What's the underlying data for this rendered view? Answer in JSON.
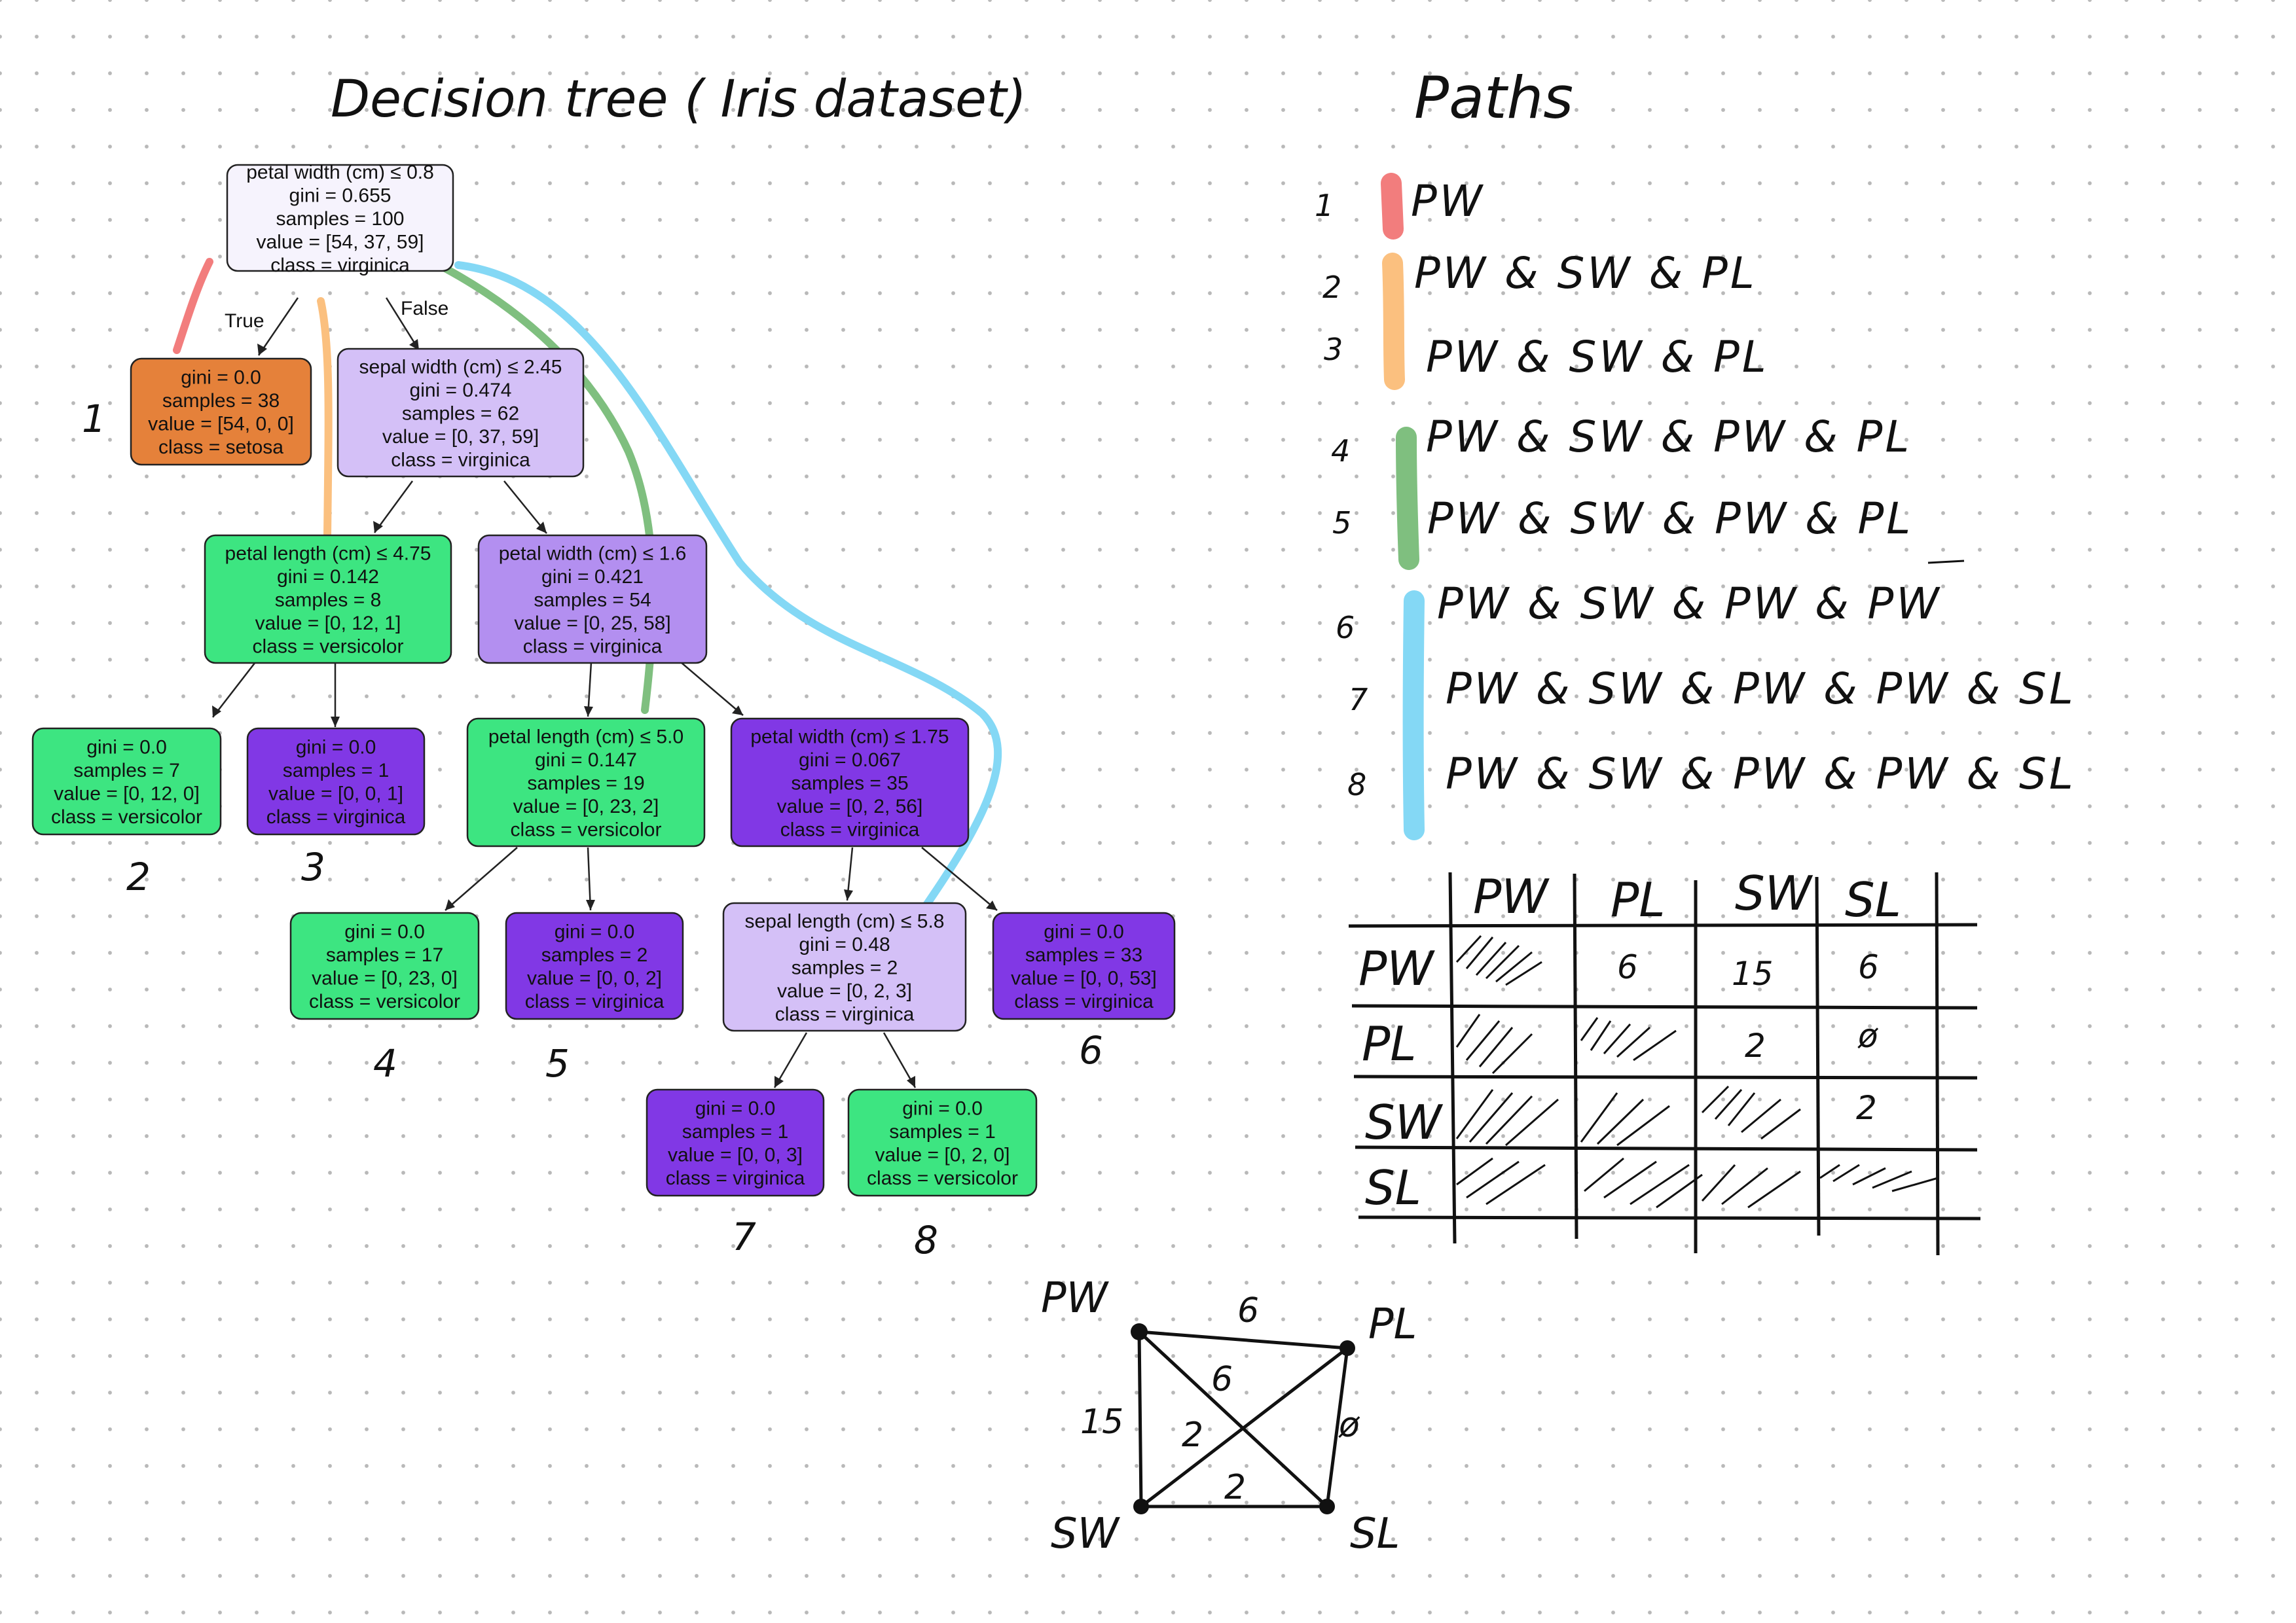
{
  "titles": {
    "tree": "Decision tree ( Iris dataset)",
    "paths": "Paths"
  },
  "colors": {
    "setosa": "#e5813a",
    "versicolor": "#3de581",
    "virginica_strong": "#8138e5",
    "virginica_mid": "#b38ff0",
    "virginica_light": "#d4c0f7",
    "virginica_pale": "#f6f3fd",
    "path_red": "#f27d7d",
    "path_orange": "#fbc07f",
    "path_green": "#7fbf7f",
    "path_blue": "#84d8f5"
  },
  "tree": {
    "nodes": [
      {
        "id": "root",
        "lines": [
          "petal width (cm) ≤ 0.8",
          "gini = 0.655",
          "samples = 100",
          "value = [54, 37, 59]",
          "class = virginica"
        ],
        "color": "virginica_pale"
      },
      {
        "id": "n1",
        "lines": [
          "gini = 0.0",
          "samples = 38",
          "value = [54, 0, 0]",
          "class = setosa"
        ],
        "color": "setosa"
      },
      {
        "id": "n2",
        "lines": [
          "sepal width (cm) ≤ 2.45",
          "gini = 0.474",
          "samples = 62",
          "value = [0, 37, 59]",
          "class = virginica"
        ],
        "color": "virginica_light"
      },
      {
        "id": "n3",
        "lines": [
          "petal length (cm) ≤ 4.75",
          "gini = 0.142",
          "samples = 8",
          "value = [0, 12, 1]",
          "class = versicolor"
        ],
        "color": "versicolor"
      },
      {
        "id": "n4",
        "lines": [
          "petal width (cm) ≤ 1.6",
          "gini = 0.421",
          "samples = 54",
          "value = [0, 25, 58]",
          "class = virginica"
        ],
        "color": "virginica_mid"
      },
      {
        "id": "n5",
        "lines": [
          "gini = 0.0",
          "samples = 7",
          "value = [0, 12, 0]",
          "class = versicolor"
        ],
        "color": "versicolor"
      },
      {
        "id": "n6",
        "lines": [
          "gini = 0.0",
          "samples = 1",
          "value = [0, 0, 1]",
          "class = virginica"
        ],
        "color": "virginica_strong"
      },
      {
        "id": "n7",
        "lines": [
          "petal length (cm) ≤ 5.0",
          "gini = 0.147",
          "samples = 19",
          "value = [0, 23, 2]",
          "class = versicolor"
        ],
        "color": "versicolor"
      },
      {
        "id": "n8",
        "lines": [
          "petal width (cm) ≤ 1.75",
          "gini = 0.067",
          "samples = 35",
          "value = [0, 2, 56]",
          "class = virginica"
        ],
        "color": "virginica_strong"
      },
      {
        "id": "n9",
        "lines": [
          "gini = 0.0",
          "samples = 17",
          "value = [0, 23, 0]",
          "class = versicolor"
        ],
        "color": "versicolor"
      },
      {
        "id": "n10",
        "lines": [
          "gini = 0.0",
          "samples = 2",
          "value = [0, 0, 2]",
          "class = virginica"
        ],
        "color": "virginica_strong"
      },
      {
        "id": "n11",
        "lines": [
          "sepal length (cm) ≤ 5.8",
          "gini = 0.48",
          "samples = 2",
          "value = [0, 2, 3]",
          "class = virginica"
        ],
        "color": "virginica_light"
      },
      {
        "id": "n12",
        "lines": [
          "gini = 0.0",
          "samples = 33",
          "value = [0, 0, 53]",
          "class = virginica"
        ],
        "color": "virginica_strong"
      },
      {
        "id": "n13",
        "lines": [
          "gini = 0.0",
          "samples = 1",
          "value = [0, 0, 3]",
          "class = virginica"
        ],
        "color": "virginica_strong"
      },
      {
        "id": "n14",
        "lines": [
          "gini = 0.0",
          "samples = 1",
          "value = [0, 2, 0]",
          "class = versicolor"
        ],
        "color": "versicolor"
      }
    ],
    "edges": [
      [
        "root",
        "n1"
      ],
      [
        "root",
        "n2"
      ],
      [
        "n2",
        "n3"
      ],
      [
        "n2",
        "n4"
      ],
      [
        "n3",
        "n5"
      ],
      [
        "n3",
        "n6"
      ],
      [
        "n4",
        "n7"
      ],
      [
        "n4",
        "n8"
      ],
      [
        "n7",
        "n9"
      ],
      [
        "n7",
        "n10"
      ],
      [
        "n8",
        "n11"
      ],
      [
        "n8",
        "n12"
      ],
      [
        "n11",
        "n13"
      ],
      [
        "n11",
        "n14"
      ]
    ],
    "edge_labels": {
      "true": "True",
      "false": "False"
    },
    "leaf_numbers": [
      "1",
      "2",
      "3",
      "4",
      "5",
      "6",
      "7",
      "8"
    ]
  },
  "paths": {
    "numbers": [
      "1",
      "2",
      "3",
      "4",
      "5",
      "6",
      "7",
      "8"
    ],
    "rows": [
      "PW",
      "PW & SW & PL",
      "PW & SW & PL",
      "PW & SW & PW & PL",
      "PW & SW & PW & PL",
      "PW & SW & PW & PW",
      "PW & SW & PW & PW & SL",
      "PW & SW & PW & PW & SL"
    ]
  },
  "matrix": {
    "col_headers": [
      "PW",
      "PL",
      "SW",
      "SL"
    ],
    "row_headers": [
      "PW",
      "PL",
      "SW",
      "SL"
    ],
    "cells": [
      [
        "",
        "6",
        "15",
        "6"
      ],
      [
        "",
        "",
        "2",
        "ø"
      ],
      [
        "",
        "",
        "",
        "2"
      ],
      [
        "",
        "",
        "",
        ""
      ]
    ]
  },
  "graph": {
    "nodes": [
      "PW",
      "PL",
      "SW",
      "SL"
    ],
    "edges": [
      {
        "from": "PW",
        "to": "PL",
        "label": "6"
      },
      {
        "from": "PW",
        "to": "SW",
        "label": "15"
      },
      {
        "from": "PW",
        "to": "SL",
        "label": "6"
      },
      {
        "from": "PL",
        "to": "SW",
        "label": "2"
      },
      {
        "from": "PL",
        "to": "SL",
        "label": "ø"
      },
      {
        "from": "SW",
        "to": "SL",
        "label": "2"
      }
    ]
  }
}
